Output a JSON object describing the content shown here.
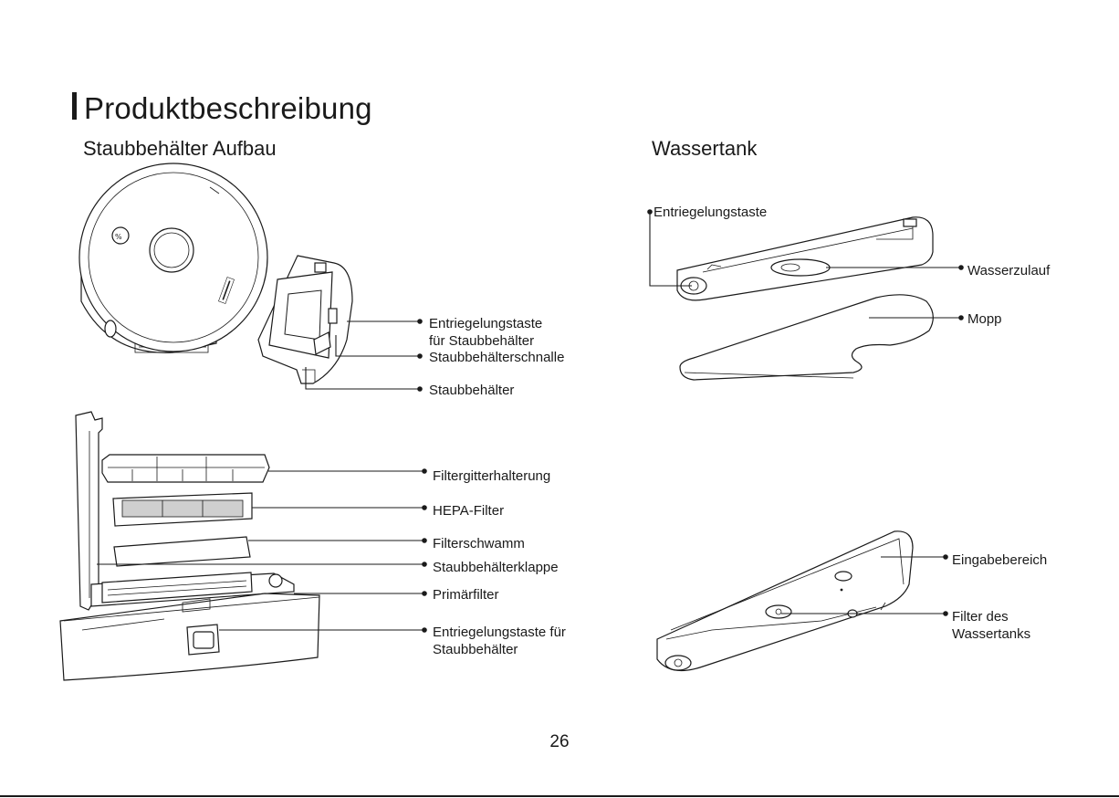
{
  "page": {
    "title": "Produktbeschreibung",
    "page_number": "26"
  },
  "left": {
    "subtitle": "Staubbehälter Aufbau",
    "callouts": {
      "release_line1": "Entriegelungstaste",
      "release_line2": "für Staubbehälter",
      "buckle": "Staubbehälterschnalle",
      "bin": "Staubbehälter",
      "grid_holder": "Filtergitterhalterung",
      "hepa": "HEPA-Filter",
      "sponge": "Filterschwamm",
      "flap": "Staubbehälterklappe",
      "primary": "Primärfilter",
      "release2_line1": "Entriegelungstaste für",
      "release2_line2": "Staubbehälter"
    }
  },
  "right": {
    "subtitle": "Wassertank",
    "callouts": {
      "release": "Entriegelungstaste",
      "inlet": "Wasserzulauf",
      "mop": "Mopp",
      "input_area": "Eingabebereich",
      "filter_line1": "Filter des",
      "filter_line2": "Wassertanks"
    }
  }
}
